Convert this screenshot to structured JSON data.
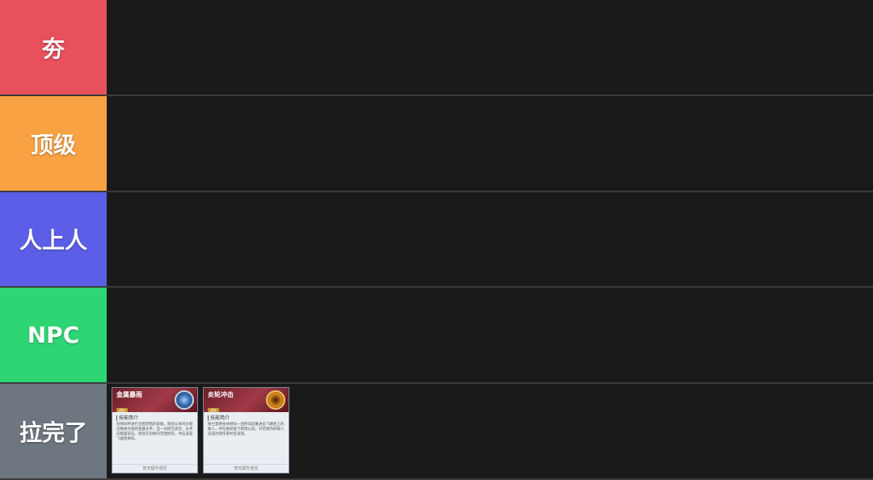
{
  "tiers": [
    {
      "label": "夯",
      "color": "#e8505b"
    },
    {
      "label": "顶级",
      "color": "#f9a243"
    },
    {
      "label": "人上人",
      "color": "#5b5ee6"
    },
    {
      "label": "NPC",
      "color": "#2dd672"
    },
    {
      "label": "拉完了",
      "color": "#6e7680"
    }
  ],
  "items": [
    {
      "title": "金属暴雨",
      "tag": "战技",
      "section": "技能简介",
      "description": "召唤同伴进行全图范围的索敌，随后从体内分裂出数枚尖锐的金属长矛，自一同跃至高空。长矛向敌面前压，接连在同样的范围损伤，冲击波是飞能阻目标。",
      "footer": "暂无提升途径",
      "icon": "metal-burst-icon"
    },
    {
      "title": "炎轮冲击",
      "tag": "战技",
      "section": "技能简介",
      "description": "格兰雷德身体继续一团所向前推进击飞路径上的敌人，并在路径留下燃烧火焰，对范围内的敌人造成灼烧伤害并且减速。",
      "footer": "暂无提升途径",
      "icon": "flame-wheel-icon"
    }
  ]
}
